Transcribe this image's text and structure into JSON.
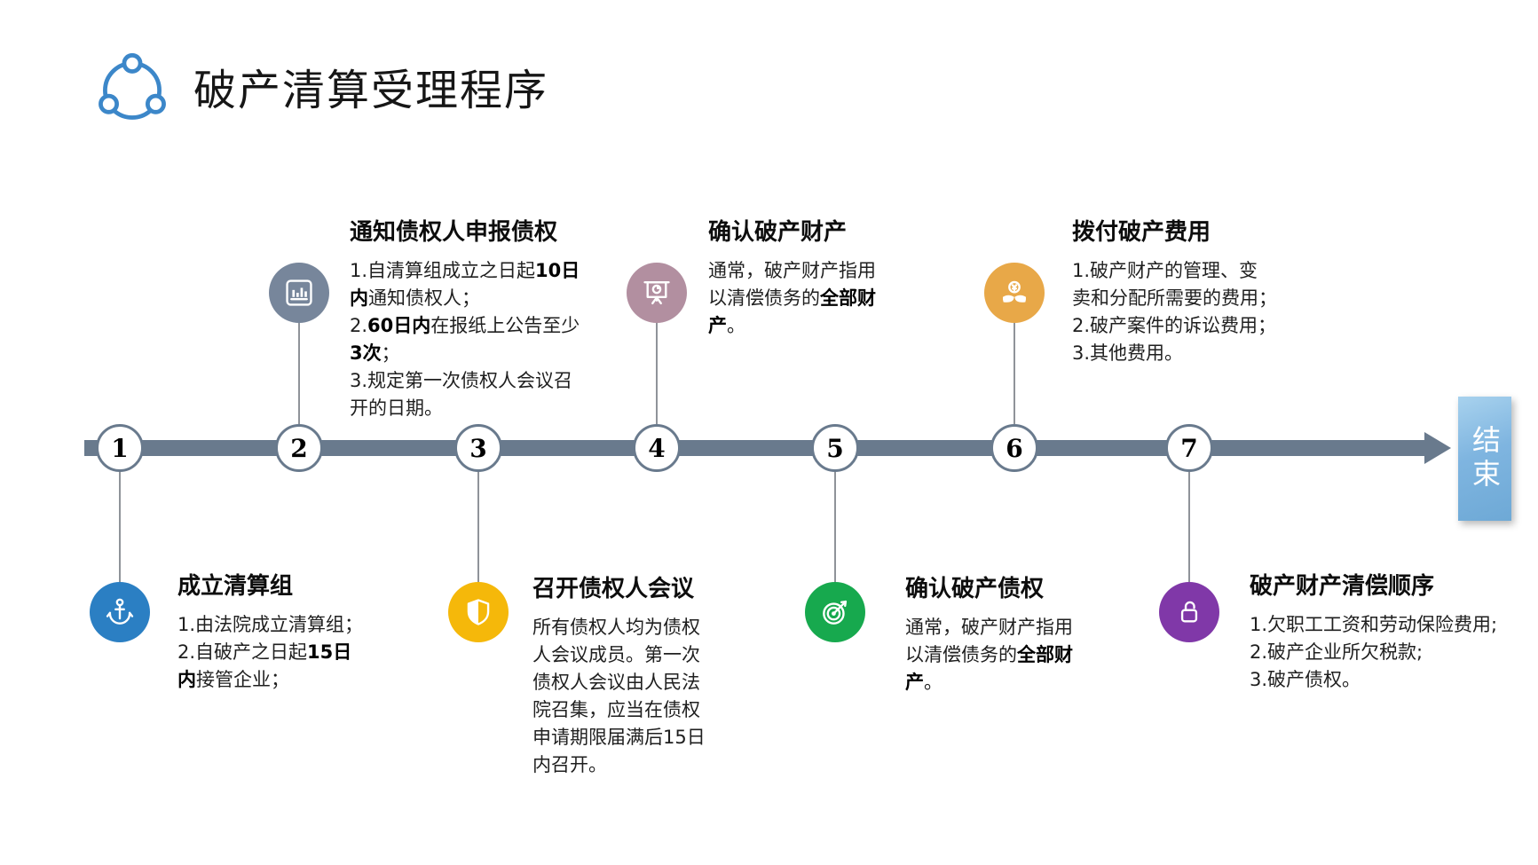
{
  "slide": {
    "title": "破产清算受理程序",
    "end_label": "结束"
  },
  "colors": {
    "timeline_bar": "#697A8D",
    "connector": "#8F9399",
    "title_icon_blue": "#3C87C9",
    "end_box_top": "#A8D2EE",
    "end_box_bottom": "#6EA9D6"
  },
  "steps": [
    {
      "number": "1",
      "side": "below",
      "icon": "anchor-icon",
      "color": "#2B7FC3",
      "heading": "成立清算组",
      "body": [
        [
          "1.由法院成立清算组；\n2.自破产之日起"
        ],
        [
          "15日\n内",
          1
        ],
        [
          "接管企业；"
        ]
      ]
    },
    {
      "number": "2",
      "side": "above",
      "icon": "bar-chart-icon",
      "color": "#77869B",
      "heading": "通知债权人申报债权",
      "body": [
        [
          "1.自清算组成立之日起"
        ],
        [
          "10日\n内",
          1
        ],
        [
          "通知债权人；\n2."
        ],
        [
          "60日内",
          1
        ],
        [
          "在报纸上公告至少\n"
        ],
        [
          "3次",
          1
        ],
        [
          "；\n3.规定第一次债权人会议召\n开的日期。"
        ]
      ]
    },
    {
      "number": "3",
      "side": "below",
      "icon": "shield-icon",
      "color": "#F5B80A",
      "heading": "召开债权人会议",
      "body": [
        [
          "所有债权人均为债权\n人会议成员。第一次\n债权人会议由人民法\n院召集，应当在债权\n申请期限届满后15日\n内召开。"
        ]
      ]
    },
    {
      "number": "4",
      "side": "above",
      "icon": "presentation-chart-icon",
      "color": "#B28FA0",
      "heading": "确认破产财产",
      "body": [
        [
          "通常，破产财产指用\n以清偿债务的"
        ],
        [
          "全部财\n产",
          1
        ],
        [
          "。"
        ]
      ]
    },
    {
      "number": "5",
      "side": "below",
      "icon": "target-icon",
      "color": "#17A94E",
      "heading": "确认破产债权",
      "body": [
        [
          "通常，破产财产指用\n以清偿债务的"
        ],
        [
          "全部财\n产",
          1
        ],
        [
          "。"
        ]
      ]
    },
    {
      "number": "6",
      "side": "above",
      "icon": "payment-sprout-icon",
      "color": "#E8A848",
      "heading": "拨付破产费用",
      "body": [
        [
          "1.破产财产的管理、变\n卖和分配所需要的费用；\n2.破产案件的诉讼费用；\n3.其他费用。"
        ]
      ]
    },
    {
      "number": "7",
      "side": "below",
      "icon": "open-lock-icon",
      "color": "#8038A8",
      "heading": "破产财产清偿顺序",
      "body": [
        [
          "1.欠职工工资和劳动保险费用;\n2.破产企业所欠税款;\n3.破产债权。"
        ]
      ]
    }
  ]
}
